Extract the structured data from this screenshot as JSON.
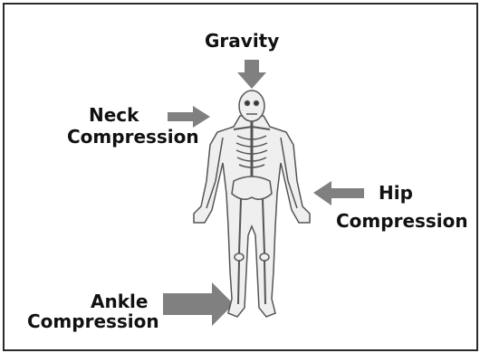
{
  "labels": {
    "gravity": "Gravity",
    "neck_line1": "Neck",
    "neck_line2": "Compression",
    "hip_line1": "Hip",
    "hip_line2": "Compression",
    "ankle_line1": "Ankle",
    "ankle_line2": "Compression"
  },
  "colors": {
    "arrow": "#808080",
    "bone_fill": "#efefef",
    "bone_stroke": "#555555",
    "frame": "#2b2b2b"
  }
}
